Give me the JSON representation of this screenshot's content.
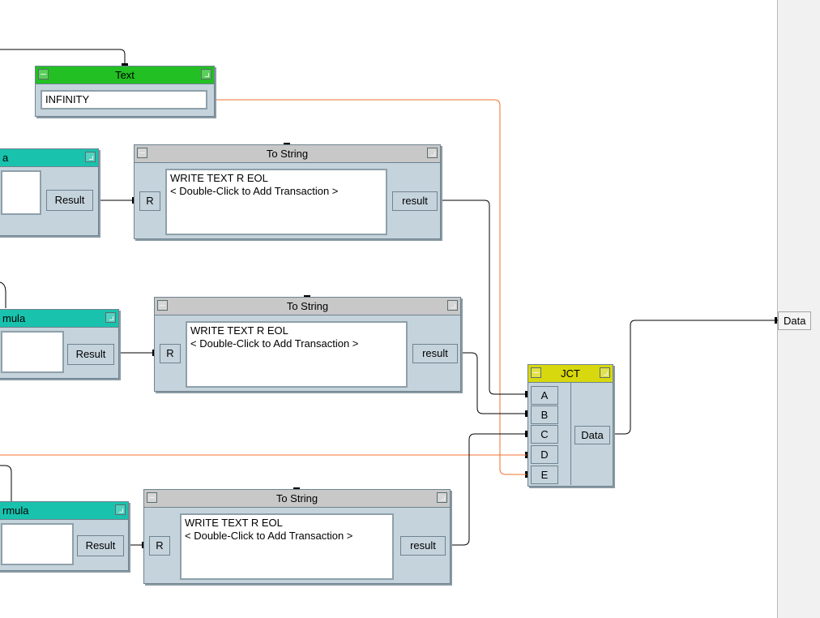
{
  "colors": {
    "wire": "#000000",
    "orange_wire": "#f07030",
    "teal": "#19c2ad",
    "green": "#22c022",
    "yellow": "#d8d80e",
    "gray": "#c8c8c8"
  },
  "text_box": {
    "title": "Text",
    "value": "INFINITY"
  },
  "formulas": [
    {
      "title": "a",
      "output": "Result"
    },
    {
      "title": "mula",
      "output": "Result"
    },
    {
      "title": "rmula",
      "output": "Result"
    }
  ],
  "to_strings": [
    {
      "title": "To String",
      "input": "R",
      "line1": "WRITE TEXT R EOL",
      "line2": "< Double-Click to Add Transaction >",
      "output": "result"
    },
    {
      "title": "To String",
      "input": "R",
      "line1": "WRITE TEXT R EOL",
      "line2": "< Double-Click to Add Transaction >",
      "output": "result"
    },
    {
      "title": "To String",
      "input": "R",
      "line1": "WRITE TEXT R EOL",
      "line2": "< Double-Click to Add Transaction >",
      "output": "result"
    }
  ],
  "jct": {
    "title": "JCT",
    "inputs": [
      "A",
      "B",
      "C",
      "D",
      "E"
    ],
    "output": "Data"
  },
  "panel": {
    "pin_label": "Data"
  }
}
